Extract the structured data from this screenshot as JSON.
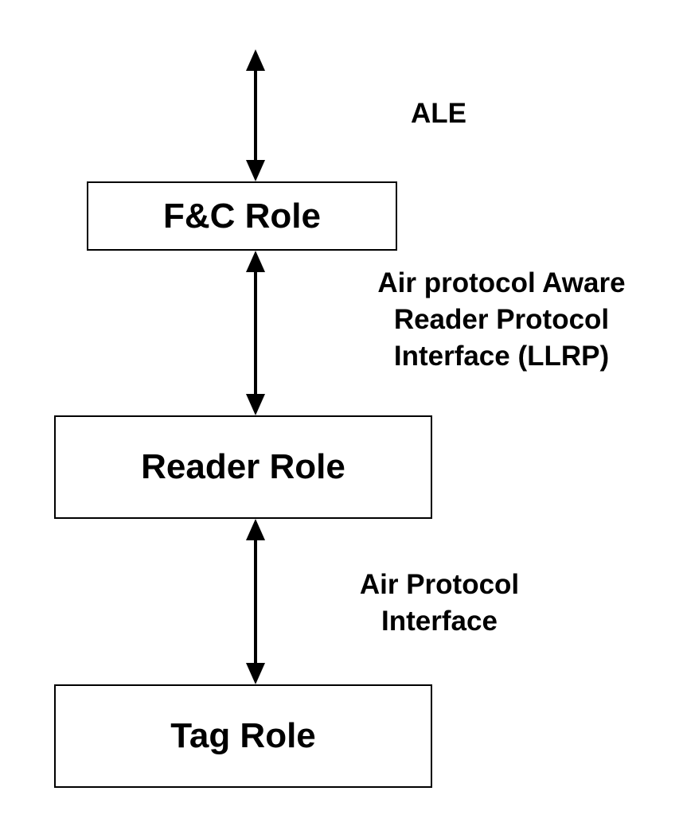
{
  "boxes": {
    "fc": "F&C Role",
    "reader": "Reader Role",
    "tag": "Tag Role"
  },
  "labels": {
    "ale": "ALE",
    "llrp": [
      "Air protocol Aware",
      "Reader Protocol",
      "Interface (LLRP)"
    ],
    "air": [
      "Air Protocol",
      "Interface"
    ]
  },
  "colors": {
    "stroke": "#000000",
    "background": "#ffffff"
  }
}
